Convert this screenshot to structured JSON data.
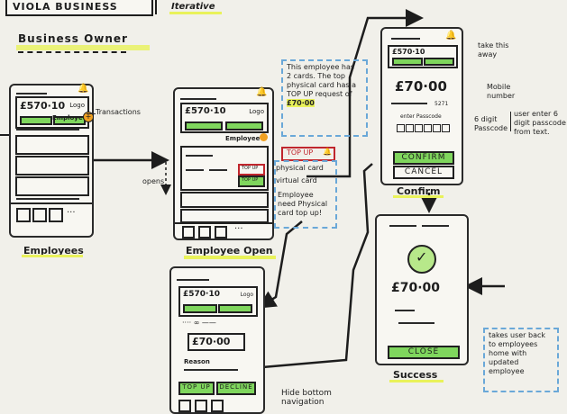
{
  "header": {
    "brand": "VIOLA BUSINESS",
    "iteration": "Iterative",
    "persona": "Business Owner"
  },
  "screens": {
    "employees": {
      "caption": "Employees",
      "balance": "£570·10",
      "logo": "Logo",
      "employee_label": "Employee",
      "note_transactions": "Transactions"
    },
    "employee_open": {
      "caption": "Employee Open",
      "balance": "£570·10",
      "logo": "Logo",
      "employee_label": "Employee",
      "topup_tag": "TOP UP",
      "physical_card": "physical card",
      "virtual_card": "virtual card",
      "note_need": "Employee need Physical card top up!",
      "note_cards": "This employee has 2 cards. The top physical card has a TOP UP request of",
      "note_amount": "£70·00",
      "opens": "opens",
      "topup_small_1": "TOP UP",
      "topup_small_2": "TOP UP"
    },
    "confirm": {
      "caption": "Confirm",
      "balance": "£570·10",
      "amount": "£70·00",
      "number": "5271",
      "passcode_label": "enter Passcode",
      "confirm_label": "CONFIRM",
      "cancel_label": "CANCEL",
      "note_take": "take this away",
      "note_mobile": "Mobile number",
      "note_6digit": "6 digit Passcode",
      "note_user": "user enter 6 digit passcode from text."
    },
    "success": {
      "caption": "Success",
      "amount": "£70·00",
      "close_label": "CLOSE",
      "note_takes": "takes user back to employees home with updated employee"
    },
    "topup": {
      "balance": "£570·10",
      "logo": "Logo",
      "amount": "£70·00",
      "reason": "Reason",
      "topup_label": "TOP UP",
      "decline_label": "DECLINE",
      "note_hide": "Hide bottom navigation"
    }
  },
  "colors": {
    "green": "#7fd65d",
    "yellow": "#e9f25a",
    "red": "#c0262d",
    "blue_dash": "#6aa8d8",
    "orange": "#f0a020"
  }
}
